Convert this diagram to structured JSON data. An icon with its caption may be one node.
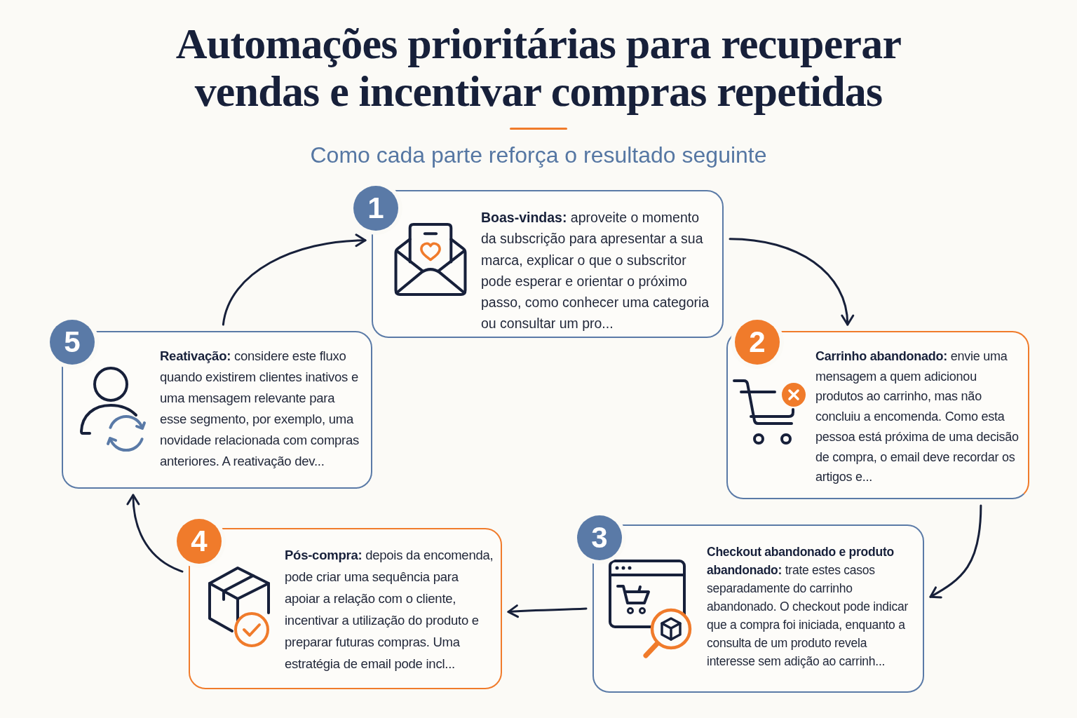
{
  "diagram": {
    "title": "Automações prioritárias para recuperar vendas e incentivar compras repetidas",
    "nodes": [
      {
        "text": [
          "1",
          "**Boas-vindas:** aproveite o momento da subscrição para apresentar a sua marca, explicar o que o subscritor pode esperar e orientar o próximo passo, como conhecer uma categoria ou consultar um pro..."
        ]
      },
      {
        "text": [
          "2",
          "**Carrinho abandonado:** envie uma mensagem a quem adicionou produtos ao carrinho, mas não concluiu a encomenda. Como esta pessoa está próxima de uma decisão de compra, o email deve recordar os artigos e..."
        ]
      },
      {
        "text": [
          "3",
          "**Checkout abandonado e produto abandonado:** trate estes casos separadamente do carrinho abandonado. O checkout pode indicar que a compra foi iniciada, enquanto a consulta de um produto revela interesse sem adição ao carrinh..."
        ]
      },
      {
        "text": [
          "4",
          "**Pós-compra:** depois da encomenda, pode criar uma sequência para apoiar a relação com o cliente, incentivar a utilização do produto e preparar futuras compras. Uma estratégia de email pode incl..."
        ]
      },
      {
        "text": [
          "5",
          "**Reativação:** considere este fluxo quando existirem clientes inativos e uma mensagem relevante para esse segmento, por exemplo, uma novidade relacionada com compras anteriores. A reativação dev..."
        ]
      }
    ],
    "edges": [
      {
        "from": 0,
        "to": 1,
        "arrow": "to"
      },
      {
        "from": 1,
        "to": 2,
        "arrow": "to"
      },
      {
        "from": 2,
        "to": 3,
        "arrow": "to"
      },
      {
        "from": 3,
        "to": 4,
        "arrow": "to"
      },
      {
        "from": 4,
        "to": 0,
        "arrow": "to"
      }
    ],
    "labels": [
      "Como cada parte reforça o resultado seguinte"
    ]
  }
}
